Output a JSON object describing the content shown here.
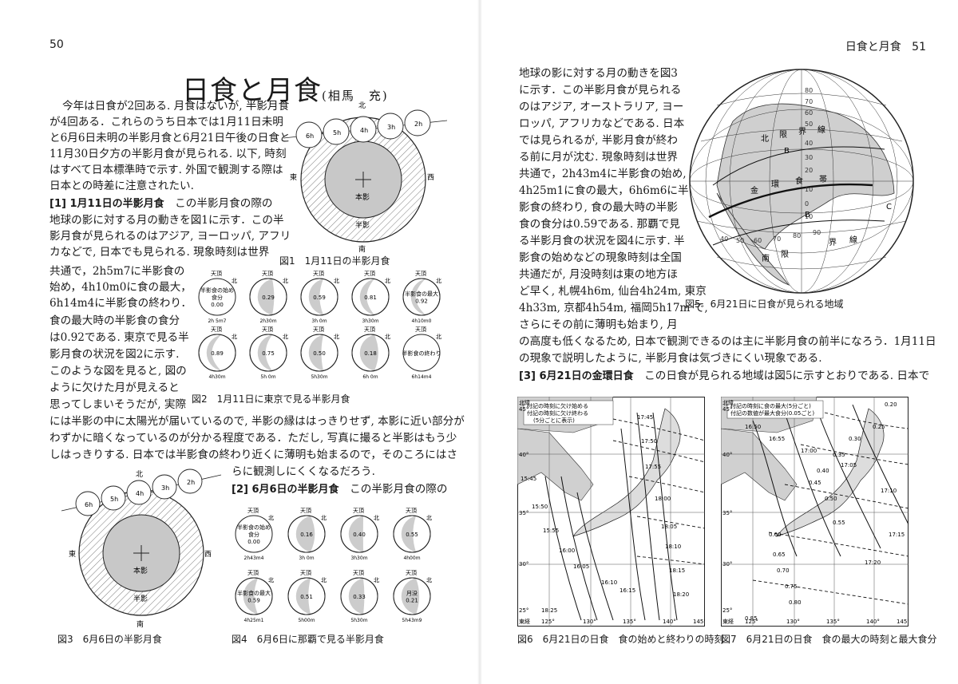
{
  "header": {
    "left_page_number": "50",
    "right_running_title": "日食と月食",
    "right_page_number": "51"
  },
  "article": {
    "title": "日食と月食",
    "author": "(相馬　充)"
  },
  "left_text": [
    "今年は日食が2回ある. 月食はないが, 半影月食",
    "が4回ある．これらのうち日本では1月11日未明",
    "と6月6日未明の半影月食と6月21日午後の日食と",
    "11月30日夕方の半影月食が見られる. 以下, 時刻",
    "はすべて日本標準時で示す. 外国で観測する際は",
    "日本との時差に注意されたい.",
    "[1] 1月11日の半影月食",
    "　この半影月食の際の",
    "地球の影に対する月の動きを図1に示す．この半",
    "影月食が見られるのはアジア, ヨーロッパ, アフリ",
    "カなどで, 日本でも見られる. 現象時刻は世界",
    "共通で，2h5m7に半影食の",
    "始め，4h10m0に食の最大，",
    "6h14m4に半影食の終わり．",
    "食の最大時の半影食の食分",
    "は0.92である. 東京で見る半",
    "影月食の状況を図2に示す.",
    "このような図を見ると, 図の",
    "ように欠けた月が見えると",
    "思ってしまいそうだが, 実際",
    "には半影の中に太陽光が届いているので, 半影の縁ははっきりせず, 本影に近い部分が",
    "わずかに暗くなっているのが分かる程度である．ただし, 写真に撮ると半影はもう少",
    "しはっきりする. 日本では半影食の終わり近くに薄明も始まるので，そのころにはさ",
    "らに観測しにくくなるだろう.",
    "[2] 6月6日の半影月食",
    "　この半影月食の際の"
  ],
  "right_text": [
    "地球の影に対する月の動きを図3",
    "に示す．この半影月食が見られる",
    "のはアジア, オーストラリア, ヨー",
    "ロッパ, アフリカなどである. 日本",
    "では見られるが, 半影月食が終わ",
    "る前に月が沈む. 現象時刻は世界",
    "共通で，2h43m4に半影食の始め,",
    "4h25m1に食の最大，6h6m6に半",
    "影食の終わり, 食の最大時の半影",
    "食の食分は0.59である. 那覇で見",
    "る半影月食の状況を図4に示す. 半",
    "影食の始めなどの現象時刻は全国",
    "共通だが, 月没時刻は東の地方ほ",
    "ど早く, 札幌4h6m, 仙台4h24m, 東京",
    "4h33m, 京都4h54m, 福岡5h17m で,",
    "さらにその前に薄明も始まり, 月",
    "の高度も低くなるため, 日本で観測できるのは主に半影月食の前半になろう．1月11日",
    "の現象で説明したように, 半影月食は気づきにくい現象である.",
    "[3] 6月21日の金環日食",
    "　この日食が見られる地域は図5に示すとおりである. 日本で"
  ],
  "figures": {
    "fig1_caption": "図1　1月11日の半影月食",
    "fig2_caption": "図2　1月11日に東京で見る半影月食",
    "fig3_caption": "図3　6月6日の半影月食",
    "fig4_caption": "図4　6月6日に那覇で見る半影月食",
    "fig5_caption": "図5　6月21日に日食が見られる地域",
    "fig6_caption": "図6　6月21日の日食　食の始めと終わりの時刻",
    "fig7_caption": "図7　6月21日の日食　食の最大の時刻と最大食分"
  },
  "diagram_labels": {
    "north": "北",
    "south": "南",
    "east": "東",
    "west": "西",
    "umbra": "本影",
    "penumbra": "半影",
    "zenith": "天頂",
    "fig1_hours": [
      "6h",
      "5h",
      "4h",
      "3h",
      "2h"
    ],
    "fig3_hours": [
      "6h",
      "5h",
      "4h",
      "3h",
      "2h"
    ],
    "fig2_panels": [
      {
        "val": "半影食の始め 食分 0.00",
        "t": "2h 5m7"
      },
      {
        "val": "0.29",
        "t": "2h30m"
      },
      {
        "val": "0.59",
        "t": "3h 0m"
      },
      {
        "val": "0.81",
        "t": "3h30m"
      },
      {
        "val": "半影食の最大 0.92",
        "t": "4h10m0"
      },
      {
        "val": "0.89",
        "t": "4h30m"
      },
      {
        "val": "0.75",
        "t": "5h 0m"
      },
      {
        "val": "0.50",
        "t": "5h30m"
      },
      {
        "val": "0.18",
        "t": "6h 0m"
      },
      {
        "val": "半影食の終わり",
        "t": "6h14m4"
      }
    ],
    "fig4_panels": [
      {
        "val": "半影食の始め 食分 0.00",
        "t": "2h43m4"
      },
      {
        "val": "0.16",
        "t": "3h 0m"
      },
      {
        "val": "0.40",
        "t": "3h30m"
      },
      {
        "val": "0.55",
        "t": "4h00m"
      },
      {
        "val": "半影食の最大 0.59",
        "t": "4h25m1"
      },
      {
        "val": "0.51",
        "t": "5h00m"
      },
      {
        "val": "0.33",
        "t": "5h30m"
      },
      {
        "val": "月没 0.21",
        "t": "5h43m9"
      }
    ],
    "globe_labels": [
      "北",
      "限",
      "界",
      "線",
      "金",
      "環",
      "食",
      "帯",
      "南",
      "限",
      "界",
      "線",
      "B",
      "B",
      "C"
    ],
    "globe_lat": [
      "80",
      "70",
      "60",
      "50",
      "40",
      "30",
      "20",
      "10",
      "0",
      "10"
    ],
    "globe_lon": [
      "90",
      "80",
      "70",
      "60",
      "50",
      "40"
    ],
    "fig6_legend": [
      "付記の時刻に欠け始める",
      "付記の時刻に欠け終わる",
      "(5分ごとに表示)"
    ],
    "fig7_legend": [
      "付記の時刻に食の最大(5分ごと)",
      "付記の数値が最大食分(0.05ごと)"
    ],
    "fig6_times": [
      "17:45",
      "17:50",
      "17:55",
      "18:00",
      "18:05",
      "18:10",
      "18:15",
      "18:20",
      "18:25",
      "16:05",
      "16:00",
      "15:55",
      "15:50",
      "15:45",
      "16:10",
      "16:15"
    ],
    "fig7_times": [
      "16:50",
      "16:55",
      "17:00",
      "17:05",
      "17:10",
      "17:15",
      "17:20"
    ],
    "fig7_mags": [
      "0.20",
      "0.25",
      "0.30",
      "0.35",
      "0.40",
      "0.45",
      "0.50",
      "0.55",
      "0.60",
      "0.65",
      "0.70",
      "0.75",
      "0.80",
      "0.85"
    ],
    "map_lat": [
      "45°",
      "40°",
      "35°",
      "30°",
      "25°"
    ],
    "map_lon": [
      "東経",
      "125°",
      "130°",
      "135°",
      "140°",
      "145°"
    ],
    "map_corner": "北緯"
  }
}
